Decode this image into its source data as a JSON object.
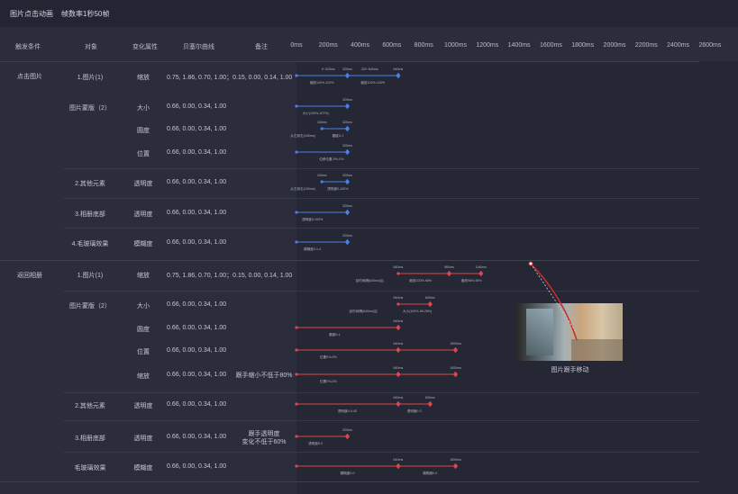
{
  "top": {
    "title": "图片点击动画",
    "fps": "帧数率1秒50帧"
  },
  "header": {
    "trigger": "触发条件",
    "object": "对象",
    "property": "变化属性",
    "bezier": "贝塞尔曲线",
    "remark": "备注"
  },
  "ticks": [
    "0ms",
    "200ms",
    "400ms",
    "600ms",
    "800ms",
    "1000ms",
    "1200ms",
    "1400ms",
    "1600ms",
    "1800ms",
    "2000ms",
    "2200ms",
    "2400ms",
    "2600ms"
  ],
  "groups": [
    {
      "trigger": "点击图片"
    },
    {
      "trigger": "返回相册"
    }
  ],
  "rows": [
    {
      "object": "1.图片(1)",
      "property": "缩放",
      "bezier": "0.75, 1.86, 0.70, 1.00；0.15, 0.00, 0.14, 1.00",
      "remark": "",
      "color": "blue",
      "pts": [
        0,
        320,
        640
      ],
      "top": [
        {
          "t": 200,
          "s": "0~320ms"
        },
        {
          "t": 460,
          "s": "320~640ms"
        },
        {
          "t": 320,
          "s": "320ms"
        },
        {
          "t": 640,
          "s": "640ms"
        }
      ],
      "bottom": [
        {
          "t": 160,
          "s": "缩放100%-102%"
        },
        {
          "t": 480,
          "s": "缩放102%-100%"
        }
      ]
    },
    {
      "object": "图片蒙版（2）",
      "property": "大小",
      "bezier": "0.66, 0.00, 0.34, 1.00",
      "remark": "",
      "color": "blue",
      "pts": [
        0,
        320
      ],
      "top": [
        {
          "t": 320,
          "s": "320ms"
        }
      ],
      "bottom": [
        {
          "t": 120,
          "s": "大小(100%-107%)"
        }
      ]
    },
    {
      "object": "",
      "property": "圆度",
      "bezier": "0.66, 0.00, 0.34, 1.00",
      "remark": "",
      "color": "blue",
      "pts": [
        160,
        320
      ],
      "top": [
        {
          "t": 160,
          "s": "160ms"
        },
        {
          "t": 320,
          "s": "320ms"
        }
      ],
      "bottom": [
        {
          "t": 40,
          "s": "从左到右(160ms)"
        },
        {
          "t": 260,
          "s": "圆度0-1"
        }
      ]
    },
    {
      "object": "",
      "property": "位置",
      "bezier": "0.66, 0.00, 0.34, 1.00",
      "remark": "",
      "color": "blue",
      "pts": [
        0,
        320
      ],
      "top": [
        {
          "t": 320,
          "s": "320ms"
        }
      ],
      "bottom": [
        {
          "t": 220,
          "s": "位移位置-0%-0%"
        }
      ]
    },
    {
      "object": "2.其他元素",
      "property": "透明度",
      "bezier": "0.66, 0.00, 0.34, 1.00",
      "remark": "",
      "color": "blue",
      "pts": [
        160,
        320
      ],
      "top": [
        {
          "t": 160,
          "s": "160ms"
        },
        {
          "t": 320,
          "s": "320ms"
        }
      ],
      "bottom": [
        {
          "t": 40,
          "s": "从左到右(160ms)"
        },
        {
          "t": 260,
          "s": "透明度0-100%"
        }
      ]
    },
    {
      "object": "3.相册底部",
      "property": "透明度",
      "bezier": "0.66, 0.00, 0.34, 1.00",
      "remark": "",
      "color": "blue",
      "pts": [
        0,
        320
      ],
      "top": [
        {
          "t": 320,
          "s": "320ms"
        }
      ],
      "bottom": [
        {
          "t": 100,
          "s": "透明度0-100%"
        }
      ]
    },
    {
      "object": "4.毛玻璃效果",
      "property": "模糊度",
      "bezier": "0.66, 0.00, 0.34, 1.00",
      "remark": "",
      "color": "blue",
      "pts": [
        0,
        320
      ],
      "top": [
        {
          "t": 320,
          "s": "320ms"
        }
      ],
      "bottom": [
        {
          "t": 100,
          "s": "模糊度0-1-4"
        }
      ]
    },
    {
      "object": "1.图片(1)",
      "property": "缩放",
      "bezier": "0.75, 1.86, 0.70, 1.00；0.15, 0.00, 0.14, 1.00",
      "remark": "",
      "color": "red",
      "pts": [
        640,
        960,
        1160
      ],
      "top": [
        {
          "t": 640,
          "s": "640ms"
        },
        {
          "t": 960,
          "s": "960ms"
        },
        {
          "t": 1160,
          "s": "1160ms"
        }
      ],
      "bottom": [
        {
          "t": 460,
          "s": "延时间隔(640ms)后"
        },
        {
          "t": 780,
          "s": "缩放100%-98%"
        },
        {
          "t": 1100,
          "s": "缩放98%-96%"
        }
      ]
    },
    {
      "object": "图片蒙版（2）",
      "property": "大小",
      "bezier": "0.66, 0.00, 0.34, 1.00",
      "remark": "",
      "color": "red",
      "pts": [
        640,
        840
      ],
      "top": [
        {
          "t": 640,
          "s": "640ms"
        },
        {
          "t": 840,
          "s": "840ms"
        }
      ],
      "bottom": [
        {
          "t": 420,
          "s": "延时间隔(640ms)后"
        },
        {
          "t": 760,
          "s": "大小(100%-96.25%)"
        }
      ]
    },
    {
      "object": "",
      "property": "圆度",
      "bezier": "0.66, 0.00, 0.34, 1.00",
      "remark": "",
      "color": "red",
      "pts": [
        0,
        640
      ],
      "top": [
        {
          "t": 640,
          "s": "640ms"
        }
      ],
      "bottom": [
        {
          "t": 240,
          "s": "圆度0-1"
        }
      ]
    },
    {
      "object": "",
      "property": "位置",
      "bezier": "0.66, 0.00, 0.34, 1.00",
      "remark": "",
      "color": "red",
      "pts": [
        0,
        640,
        1000
      ],
      "top": [
        {
          "t": 640,
          "s": "640ms"
        },
        {
          "t": 1000,
          "s": "1000ms"
        }
      ],
      "bottom": [
        {
          "t": 200,
          "s": "位置0%-0%"
        }
      ]
    },
    {
      "object": "",
      "property": "缩放",
      "bezier": "0.66, 0.00, 0.34, 1.00",
      "remark": "跟手缩小不低于80%",
      "color": "red",
      "pts": [
        0,
        640,
        1000
      ],
      "top": [
        {
          "t": 640,
          "s": "640ms"
        },
        {
          "t": 1000,
          "s": "1000ms"
        }
      ],
      "bottom": [
        {
          "t": 200,
          "s": "位置0%-0%"
        }
      ]
    },
    {
      "object": "2.其他元素",
      "property": "透明度",
      "bezier": "0.66, 0.00, 0.34, 1.00",
      "remark": "",
      "color": "red",
      "pts": [
        0,
        640,
        840
      ],
      "top": [
        {
          "t": 640,
          "s": "640ms"
        },
        {
          "t": 840,
          "s": "840ms"
        }
      ],
      "bottom": [
        {
          "t": 320,
          "s": "透明度0-0-40"
        },
        {
          "t": 740,
          "s": "透明度0-0"
        }
      ]
    },
    {
      "object": "3.相册底部",
      "property": "透明度",
      "bezier": "0.66, 0.00, 0.34, 1.00",
      "remark": "跟手透明度\n变化不低于60%",
      "color": "red",
      "pts": [
        0,
        320
      ],
      "top": [
        {
          "t": 320,
          "s": "320ms"
        }
      ],
      "bottom": [
        {
          "t": 120,
          "s": "透明度0-0"
        }
      ]
    },
    {
      "object": "毛玻璃效果",
      "property": "模糊度",
      "bezier": "0.66, 0.00, 0.34, 1.00",
      "remark": "",
      "color": "red",
      "pts": [
        0,
        640,
        1000
      ],
      "top": [
        {
          "t": 640,
          "s": "640ms"
        },
        {
          "t": 1000,
          "s": "1000ms"
        }
      ],
      "bottom": [
        {
          "t": 320,
          "s": "模糊度0-0"
        },
        {
          "t": 840,
          "s": "模糊度0-0"
        }
      ]
    }
  ],
  "preview": {
    "caption": "图片跟手移动"
  },
  "colors": {
    "blue": "#4d7fe8",
    "red": "#e0474c"
  }
}
